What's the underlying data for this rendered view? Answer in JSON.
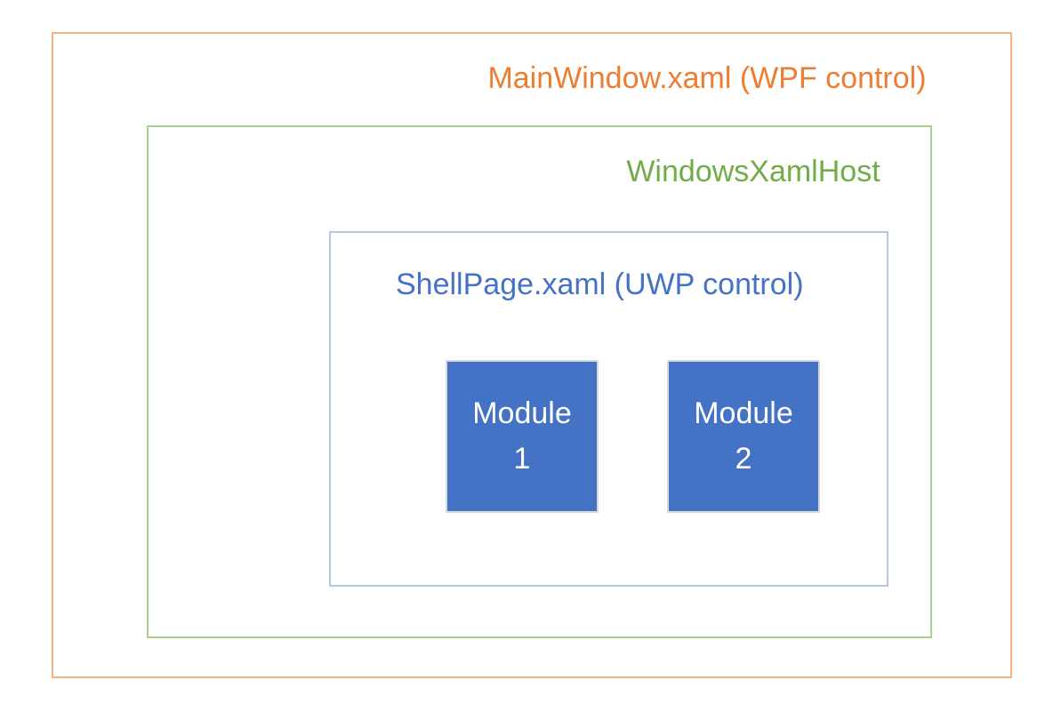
{
  "diagram": {
    "outer": {
      "label": "MainWindow.xaml (WPF control)"
    },
    "host": {
      "label": "WindowsXamlHost"
    },
    "shell": {
      "label": "ShellPage.xaml (UWP control)"
    },
    "modules": [
      {
        "line1": "Module",
        "line2": "1"
      },
      {
        "line1": "Module",
        "line2": "2"
      }
    ],
    "colors": {
      "orange_text": "#ED7D31",
      "orange_border": "#F4B183",
      "green_text": "#70AD47",
      "green_border": "#A9D18E",
      "blue_text": "#4472C4",
      "blue_border": "#B4C7E7",
      "module_fill": "#4472C4",
      "module_border": "#D9D9D9",
      "module_text": "#FFFFFF"
    }
  }
}
